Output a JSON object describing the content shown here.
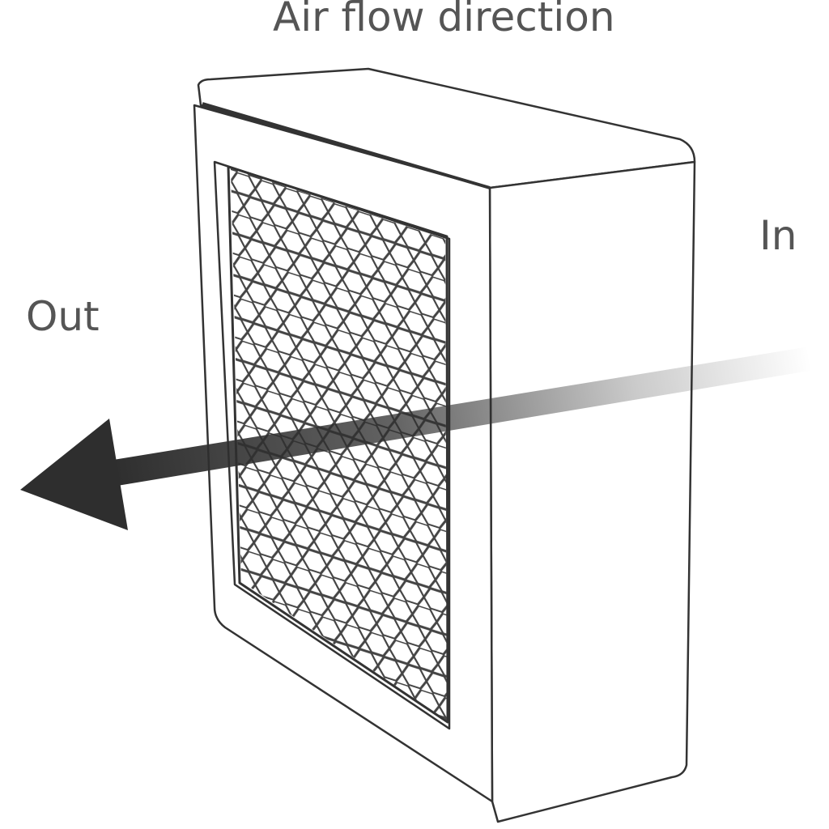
{
  "title": "Air flow direction",
  "labels": {
    "inlet": "In",
    "outlet": "Out"
  },
  "colors": {
    "text": "#555555",
    "arrow": "#2e2e2e",
    "outline": "#333333"
  },
  "icons": {
    "filter": "honeycomb-filter-box",
    "arrow": "airflow-arrow"
  }
}
